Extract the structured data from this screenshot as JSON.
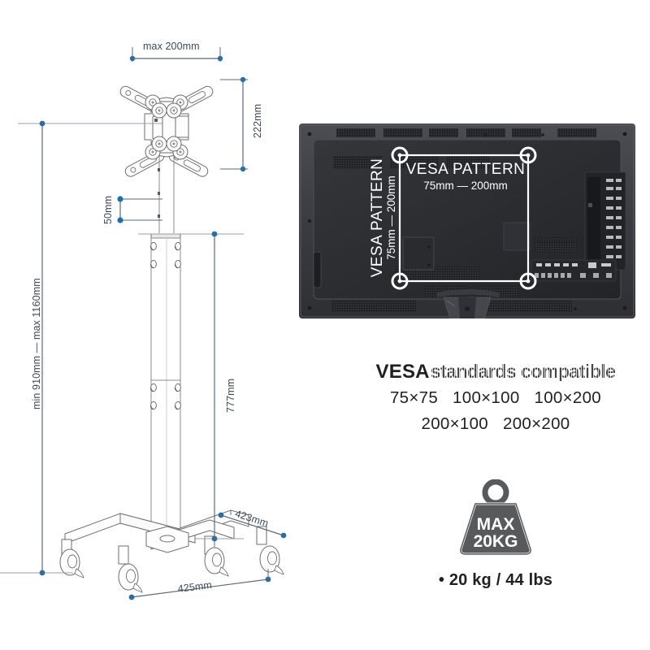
{
  "diagram": {
    "title": "TV floor stand technical drawing",
    "accent_color": "#2e6da4",
    "dim_line_color": "#5a6b7b",
    "dim_text_color": "#3d4a57"
  },
  "dimensions": {
    "bracket_width": "max 200mm",
    "bracket_height": "222mm",
    "pole_hole_spacing": "50mm",
    "height_range": "min 910mm — max 1160mm",
    "pole_to_base": "777mm",
    "base_depth": "423mm",
    "base_width": "425mm"
  },
  "tv": {
    "vesa_label_horizontal": "VESA PATTERN",
    "vesa_range_horizontal": "75mm — 200mm",
    "vesa_label_vertical": "VESA PATTERN",
    "vesa_range_vertical": "75mm — 200mm"
  },
  "vesa": {
    "heading_prefix": "VESA",
    "heading_suffix": "standards compatible",
    "sizes_row1": [
      "75×75",
      "100×100",
      "100×200"
    ],
    "sizes_row2": [
      "200×100",
      "200×200"
    ]
  },
  "weight": {
    "badge_line1": "MAX",
    "badge_line2": "20KG",
    "caption": "• 20 kg / 44 lbs",
    "badge_color": "#58595b"
  }
}
